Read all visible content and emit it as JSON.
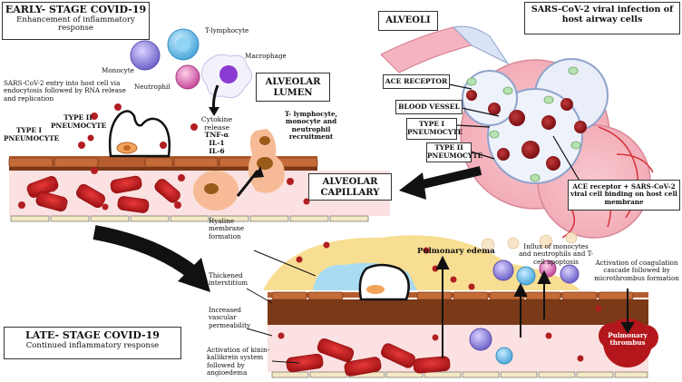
{
  "early": {
    "title": "EARLY- STAGE COVID-19",
    "subtitle": "Enhancement of inflammatory response",
    "entry_text": "SARS-CoV-2 entry into host cell via endocytosis followed by RNA release and replication",
    "type2": "TYPE II PNEUMOCYTE",
    "type1": "TYPE I PNEUMOCYTE",
    "monocyte": "Monocyte",
    "neutrophil": "Neutrophil",
    "tlymph": "T-lymphocyte",
    "macrophage": "Macrophage",
    "cytokine": "Cytokine release",
    "tnf": "TNF-α",
    "il1": "IL-1",
    "il6": "IL-6",
    "recruit": "T- lymphocyte, monocyte and neutrophil recruitment",
    "lumen": "ALVEOLAR LUMEN",
    "capillary": "ALVEOLAR CAPILLARY"
  },
  "infection": {
    "title": "SARS-CoV-2 viral infection of host airway cells",
    "alveoli": "ALVEOLI",
    "ace_receptor": "ACE RECEPTOR",
    "blood_vessel": "BLOOD VESSEL",
    "type1": "TYPE I PNEUMOCYTE",
    "type2": "TYPE II PNEUMOCYTE",
    "binding": "ACE receptor + SARS-CoV-2 viral cell binding on host cell membrane"
  },
  "late": {
    "title": "LATE- STAGE COVID-19",
    "subtitle": "Continued inflammatory response",
    "hyaline": "Hyaline membrane formation",
    "interstitium": "Thickened interstitium",
    "permeability": "Increased vascular permeability",
    "kinin": "Activation of kinin-kallikrein system followed by angioedema",
    "edema": "Pulmonary edema",
    "influx": "Influx of monocytes and neutrophils and T-cell apoptosis",
    "coagulation": "Activation of coagulation cascade followed by microthrombus formation",
    "thrombus": "Pulmonary thrombus"
  }
}
